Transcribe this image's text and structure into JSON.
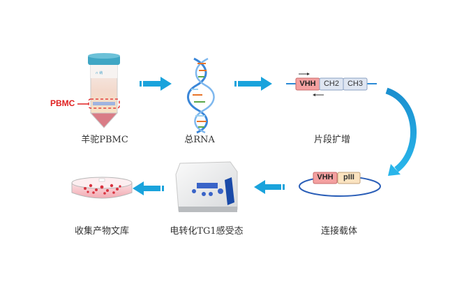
{
  "steps": [
    {
      "id": "pbmc",
      "label": "羊驼PBMC"
    },
    {
      "id": "rna",
      "label": "总RNA"
    },
    {
      "id": "amplify",
      "label": "片段扩增"
    },
    {
      "id": "vector",
      "label": "连接载体"
    },
    {
      "id": "electro",
      "label": "电转化TG1感受态"
    },
    {
      "id": "library",
      "label": "收集产物文库"
    }
  ],
  "annotations": {
    "pbmc_marker": "PBMC",
    "fragment_boxes": [
      "VHH",
      "CH2",
      "CH3"
    ],
    "vector_boxes": [
      "VHH",
      "pIII"
    ]
  },
  "colors": {
    "arrow": "#1aa3dc",
    "pbmc_red": "#e02020",
    "vhh_box": "#f4a0a0",
    "ch_box": "#dfe6f2",
    "piii_box": "#fbe3c0",
    "line_blue": "#2b6cc4"
  }
}
